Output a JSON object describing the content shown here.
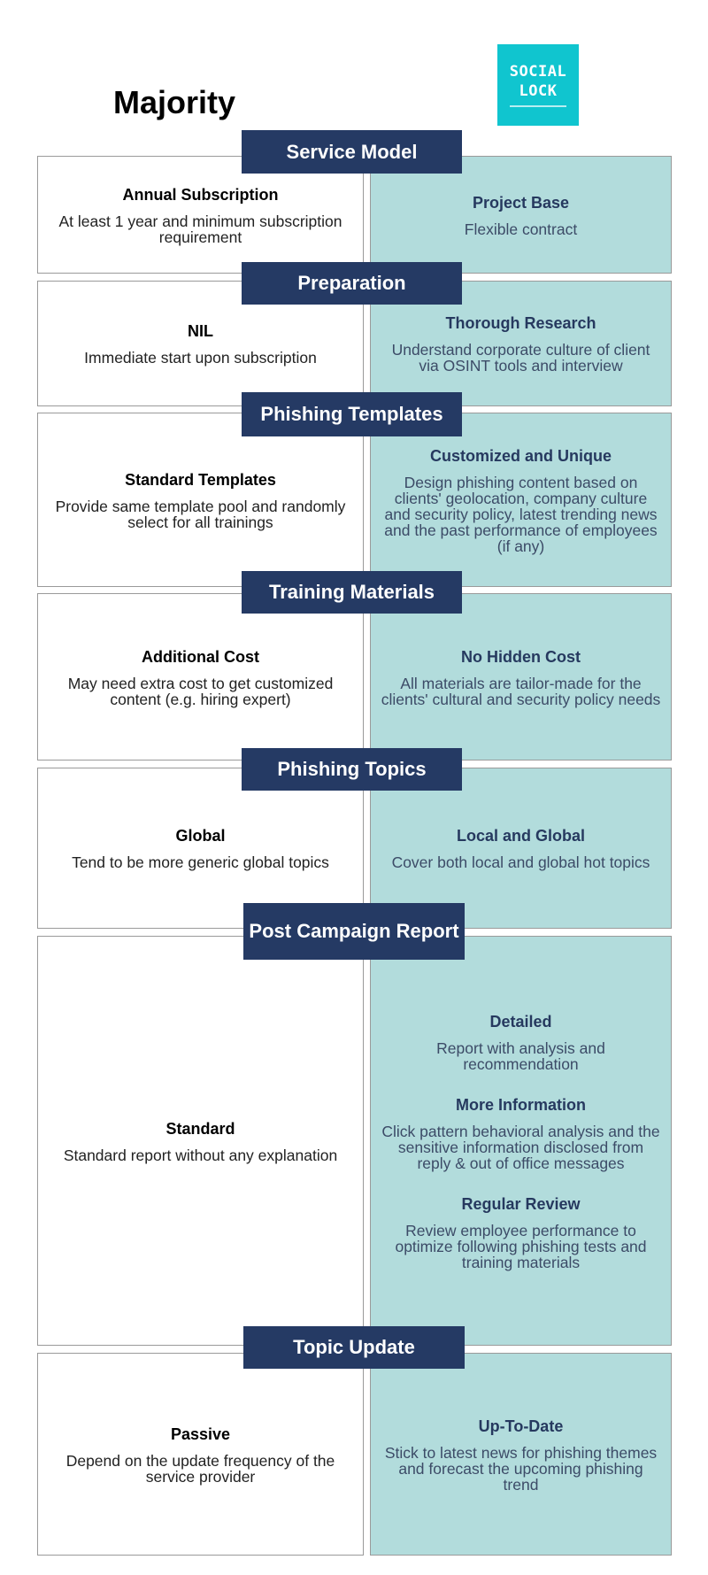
{
  "header": {
    "title": "Majority",
    "logo_line1": "SOCIAL",
    "logo_line2": "LOCK"
  },
  "sections": [
    {
      "label": "Service Model",
      "left": [
        {
          "title": "Annual Subscription",
          "desc": "At least 1 year and minimum subscription requirement"
        }
      ],
      "right": [
        {
          "title": "Project Base",
          "desc": "Flexible contract"
        }
      ]
    },
    {
      "label": "Preparation",
      "left": [
        {
          "title": "NIL",
          "desc": "Immediate start upon subscription"
        }
      ],
      "right": [
        {
          "title": "Thorough Research",
          "desc": "Understand corporate culture of client via OSINT tools and interview"
        }
      ]
    },
    {
      "label": "Phishing Templates",
      "left": [
        {
          "title": "Standard Templates",
          "desc": "Provide same template pool and randomly select for all trainings"
        }
      ],
      "right": [
        {
          "title": "Customized and Unique",
          "desc": "Design phishing content based on clients' geolocation, company culture and security policy, latest trending news and the past performance of employees (if any)"
        }
      ]
    },
    {
      "label": "Training Materials",
      "left": [
        {
          "title": "Additional Cost",
          "desc": "May need extra cost to get customized content (e.g. hiring expert)"
        }
      ],
      "right": [
        {
          "title": "No Hidden Cost",
          "desc": "All materials are tailor-made for the clients' cultural and security policy needs"
        }
      ]
    },
    {
      "label": "Phishing Topics",
      "left": [
        {
          "title": "Global",
          "desc": "Tend to be more generic global topics"
        }
      ],
      "right": [
        {
          "title": "Local and Global",
          "desc": "Cover both local and global hot topics"
        }
      ]
    },
    {
      "label": "Post Campaign Report",
      "left": [
        {
          "title": "Standard",
          "desc": "Standard report without any explanation"
        }
      ],
      "right": [
        {
          "title": "Detailed",
          "desc": "Report with analysis and recommendation"
        },
        {
          "title": "More Information",
          "desc": "Click pattern behavioral analysis and the sensitive information disclosed from reply & out of office messages"
        },
        {
          "title": "Regular Review",
          "desc": "Review employee performance to optimize following phishing tests and training materials"
        }
      ]
    },
    {
      "label": "Topic Update",
      "left": [
        {
          "title": "Passive",
          "desc": "Depend on the update frequency of the service provider"
        }
      ],
      "right": [
        {
          "title": "Up-To-Date",
          "desc": "Stick to latest news for phishing themes and forecast the upcoming phishing trend"
        }
      ]
    }
  ]
}
